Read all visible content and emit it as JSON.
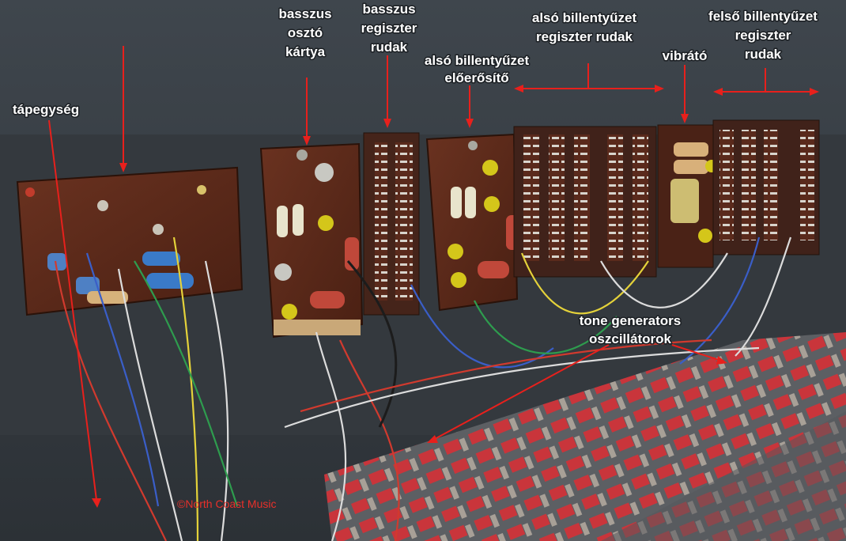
{
  "labels": {
    "power_supply": "tápegység",
    "bass_divider_l1": "basszus",
    "bass_divider_l2": "osztó",
    "bass_divider_l3": "kártya",
    "bass_register_l1": "basszus",
    "bass_register_l2": "regiszter",
    "bass_register_l3": "rudak",
    "lower_preamp_l1": "alsó billentyűzet",
    "lower_preamp_l2": "előerősítő",
    "lower_register_l1": "alsó billentyűzet",
    "lower_register_l2": "regiszter rudak",
    "vibrato": "vibrátó",
    "upper_register_l1": "felső billentyűzet",
    "upper_register_l2": "regiszter",
    "upper_register_l3": "rudak",
    "tone_gen_l1": "tone generators",
    "tone_gen_l2": "oszcillátorok"
  },
  "credit": "©North Coast Music",
  "colors": {
    "arrow": "#e8201c",
    "label_text": "#ffffff",
    "credit_text": "#e8302a"
  }
}
